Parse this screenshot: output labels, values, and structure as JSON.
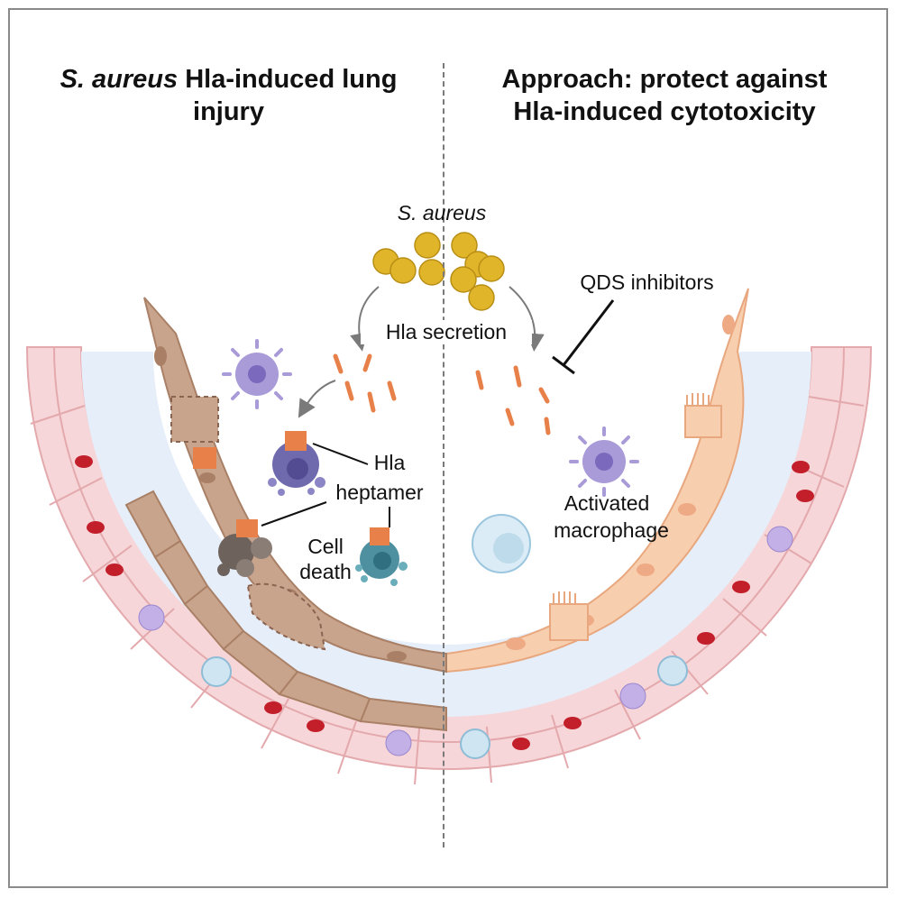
{
  "panels": {
    "left_title_italic": "S. aureus",
    "left_title_rest": " Hla-induced lung injury",
    "right_title_line1": "Approach: protect against",
    "right_title_line2": "Hla-induced cytotoxicity"
  },
  "labels": {
    "bacteria": "S. aureus",
    "secretion": "Hla secretion",
    "inhibitors": "QDS inhibitors",
    "heptamer_line1": "Hla",
    "heptamer_line2": "heptamer",
    "cell_death_line1": "Cell",
    "cell_death_line2": "death",
    "macrophage_line1": "Activated",
    "macrophage_line2": "macrophage"
  },
  "colors": {
    "bacteria": "#e0b52a",
    "toxin": "#e8804a",
    "epithelium_injured": "#c9a48c",
    "epithelium_healthy": "#f8cfae",
    "vessel_wall": "#f6d6d8",
    "alveolar_space": "#e6eef9",
    "red_blood_cell": "#c21f2b",
    "macrophage": "#a99ad8"
  }
}
